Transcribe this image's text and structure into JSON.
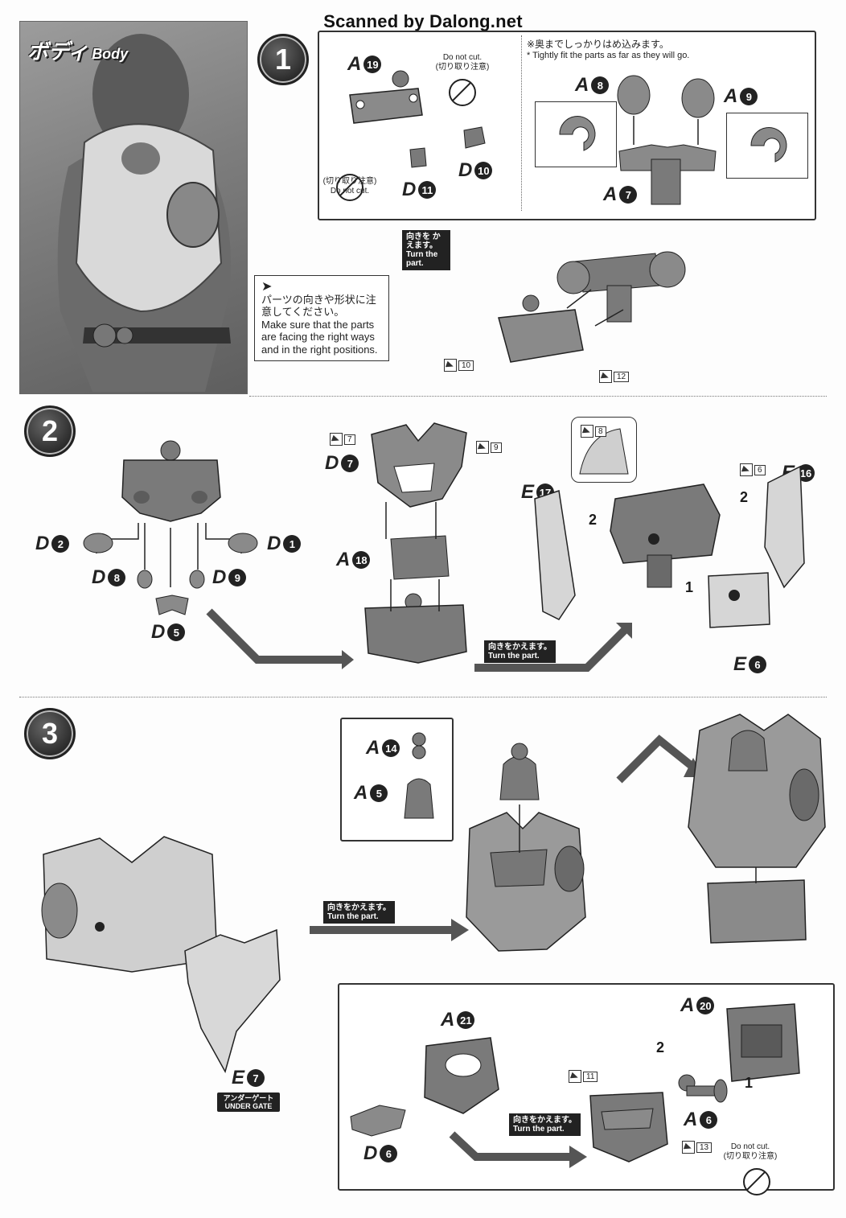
{
  "header": {
    "scanned_by": "Scanned by Dalong.net"
  },
  "section": {
    "title_jp": "ボディ",
    "title_en": "Body"
  },
  "steps": [
    "1",
    "2",
    "3"
  ],
  "step1": {
    "note_jp": "※奥までしっかりはめ込みます。",
    "note_en": "* Tightly fit the parts as far as they will go.",
    "do_not_cut_en": "Do not cut.",
    "do_not_cut_jp": "(切り取り注意)",
    "do_not_cut_jp_2": "(切り取り注意)",
    "do_not_cut_en_2": "Do not cut.",
    "parts": {
      "a19": {
        "l": "A",
        "n": "19"
      },
      "d10": {
        "l": "D",
        "n": "10"
      },
      "d11": {
        "l": "D",
        "n": "11"
      },
      "a8": {
        "l": "A",
        "n": "8"
      },
      "a9": {
        "l": "A",
        "n": "9"
      },
      "a7": {
        "l": "A",
        "n": "7"
      }
    },
    "turn_jp": "向きを かえます。",
    "turn_en": "Turn the part.",
    "gates": [
      "10",
      "12"
    ],
    "caution_jp": "パーツの向きや形状に注意してください。",
    "caution_en": "Make sure that the parts are facing the right ways and in the right positions."
  },
  "step2": {
    "parts": {
      "d2": {
        "l": "D",
        "n": "2"
      },
      "d1": {
        "l": "D",
        "n": "1"
      },
      "d8": {
        "l": "D",
        "n": "8"
      },
      "d9": {
        "l": "D",
        "n": "9"
      },
      "d5": {
        "l": "D",
        "n": "5"
      },
      "d7": {
        "l": "D",
        "n": "7"
      },
      "a18": {
        "l": "A",
        "n": "18"
      },
      "e17": {
        "l": "E",
        "n": "17"
      },
      "e16": {
        "l": "E",
        "n": "16"
      },
      "e6": {
        "l": "E",
        "n": "6"
      }
    },
    "gates": [
      "7",
      "9",
      "8",
      "6"
    ],
    "turn_jp": "向きをかえます。",
    "turn_en": "Turn the part.",
    "order": [
      "2",
      "2",
      "1"
    ]
  },
  "step3": {
    "parts": {
      "a14": {
        "l": "A",
        "n": "14"
      },
      "a5": {
        "l": "A",
        "n": "5"
      },
      "e7": {
        "l": "E",
        "n": "7"
      },
      "a21": {
        "l": "A",
        "n": "21"
      },
      "a20": {
        "l": "A",
        "n": "20"
      },
      "d6": {
        "l": "D",
        "n": "6"
      },
      "a6": {
        "l": "A",
        "n": "6"
      }
    },
    "under_gate_jp": "アンダーゲート",
    "under_gate_en": "UNDER GATE",
    "turn_jp": "向きをかえます。",
    "turn_en": "Turn the part.",
    "turn_jp_2": "向きをかえます。",
    "turn_en_2": "Turn the part.",
    "gates": [
      "11",
      "13"
    ],
    "order": [
      "2",
      "1"
    ],
    "do_not_cut_en": "Do not cut.",
    "do_not_cut_jp": "(切り取り注意)"
  }
}
